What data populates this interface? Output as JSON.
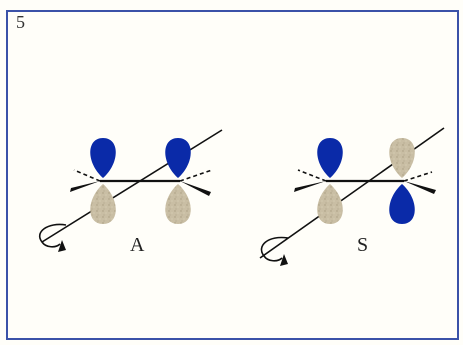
{
  "panel_number": "5",
  "labels": {
    "left": "A",
    "right": "S"
  },
  "colors": {
    "frame": "#3b52a8",
    "blue_lobe": "#0a2aa8",
    "beige_lobe": "#c4b89c",
    "line": "#111111"
  }
}
